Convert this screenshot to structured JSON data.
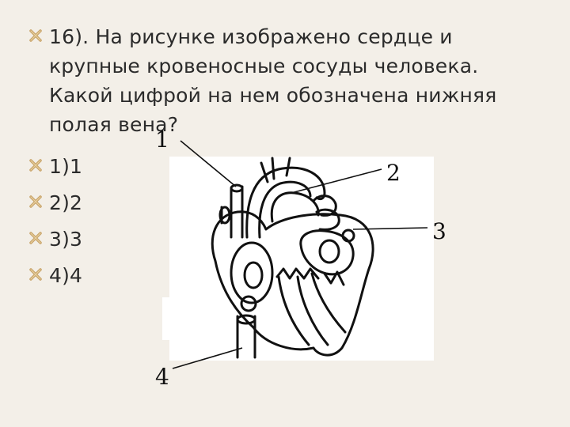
{
  "question": {
    "text": "16). На рисунке изображено сердце и крупные кровеносные сосуды человека. Какой цифрой на нем обозначена нижняя полая вена?"
  },
  "answers": [
    {
      "label": "1)1"
    },
    {
      "label": "2)2"
    },
    {
      "label": "3)3"
    },
    {
      "label": "4)4"
    }
  ],
  "figure_labels": [
    "1",
    "2",
    "3",
    "4"
  ],
  "colors": {
    "background": "#f3efe8",
    "bullet": "#c8a46a",
    "text": "#2b2b2b"
  },
  "icons": {
    "bullet": "x-cross-bullet-icon"
  }
}
